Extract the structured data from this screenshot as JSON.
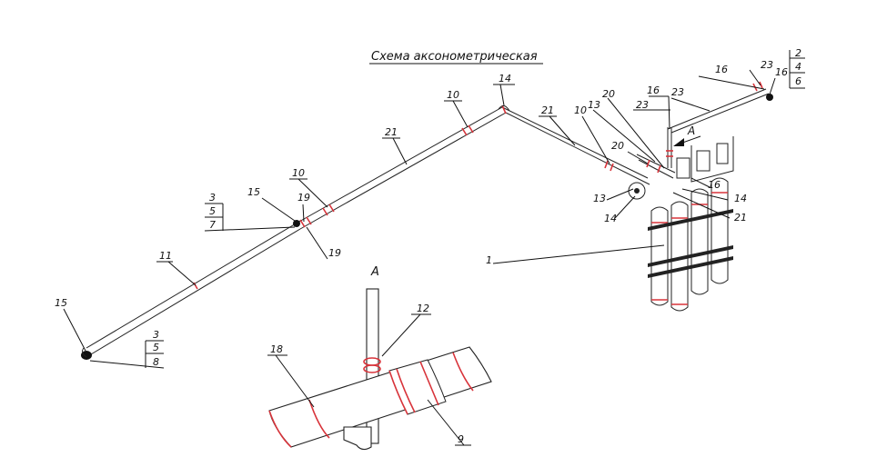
{
  "title": "Схема  аксонометрическая",
  "section_label": "А",
  "view_label": "А",
  "labels": {
    "l1": "1",
    "l2": "2",
    "l3a": "3",
    "l3b": "3",
    "l4": "4",
    "l5a": "5",
    "l5b": "5",
    "l6": "6",
    "l7": "7",
    "l8": "8",
    "l9": "9",
    "l10a": "10",
    "l10b": "10",
    "l10c": "10",
    "l11": "11",
    "l12": "12",
    "l13a": "13",
    "l13b": "13",
    "l14a": "14",
    "l14b": "14",
    "l14c": "14",
    "l15a": "15",
    "l15b": "15",
    "l16a": "16",
    "l16b": "16",
    "l16c": "16",
    "l16d": "16",
    "l18": "18",
    "l19a": "19",
    "l19b": "19",
    "l20a": "20",
    "l20b": "20",
    "l21a": "21",
    "l21b": "21",
    "l21c": "21",
    "l23a": "23",
    "l23b": "23",
    "l23c": "23"
  },
  "colors": {
    "accent": "#d8333a",
    "line": "#222222"
  }
}
